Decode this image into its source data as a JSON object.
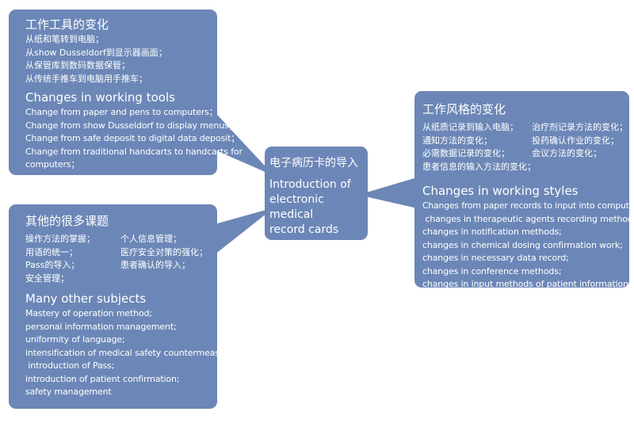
{
  "center": {
    "title_cn": "电子病历卡的导入",
    "title_en_lines": [
      "Introduction of",
      "electronic medical",
      "record cards"
    ]
  },
  "working_tools": {
    "title_cn": "工作工具的变化",
    "lines_cn": [
      "从纸和笔转到电脑；",
      "从show Dusseldorf到显示器画面；",
      "从保管库到数码数据保管；",
      "从传统手推车到电脑用手推车；"
    ],
    "title_en": "Changes in working tools",
    "lines_en": [
      "Change from paper and pens to computers；",
      "Change from show Dusseldorf to display menus；",
      "Change from safe deposit to digital data deposit；",
      "Change from traditional handcarts to handcarts for",
      "computers；"
    ]
  },
  "other_subjects": {
    "title_cn": "其他的很多课题",
    "grid_cn": [
      [
        "操作方法的掌握；",
        "个人信息管理；"
      ],
      [
        "用语的统一；",
        "医疗安全对策的强化；"
      ],
      [
        "Pass的导入；",
        "患者确认的导入；"
      ],
      [
        "安全管理；",
        ""
      ]
    ],
    "title_en": "Many other subjects",
    "lines_en": [
      "Mastery of operation method;",
      "personal information management;",
      "uniformity of language;",
      "intensification of medical safety countermeasures;",
      " introduction of Pass;",
      "introduction of patient confirmation;",
      "safety management"
    ]
  },
  "working_styles": {
    "title_cn": "工作风格的变化",
    "grid_cn": [
      [
        "从纸质记录到输入电脑；",
        "治疗剂记录方法的变化；"
      ],
      [
        "通知方法的变化；",
        "投药确认作业的变化；"
      ],
      [
        "必需数据记录的变化；",
        "会议方法的变化；"
      ],
      [
        "患者信息的输入方法的变化；",
        ""
      ]
    ],
    "title_en": "Changes in working styles",
    "lines_en": [
      "Changes from paper records to input into computers;",
      " changes in therapeutic agents recording methods;",
      "changes in notification methods;",
      "changes in chemical dosing confirmation work;",
      "changes in necessary data record;",
      "changes in conference methods;",
      "changes in input methods of patient information;"
    ]
  },
  "colors": {
    "box": "#6c87b7",
    "text": "#ffffff",
    "background": "#ffffff"
  }
}
